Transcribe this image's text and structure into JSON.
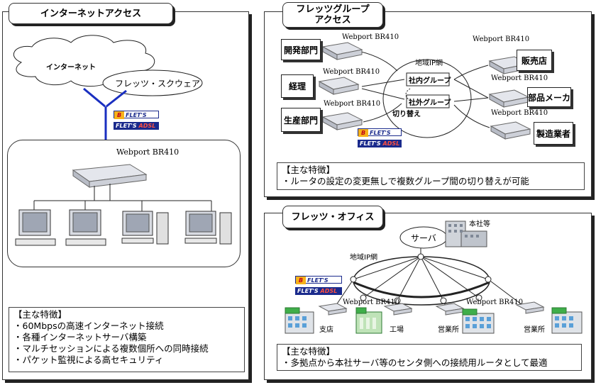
{
  "left": {
    "title": "インターネットアクセス",
    "cloud_label": "インターネット",
    "square_label": "フレッツ・スクウェア",
    "router_label": "Webport BR410",
    "features": {
      "head": "【主な特徴】",
      "items": [
        "60Mbpsの高速インターネット接続",
        "各種インターネットサーバ構築",
        "マルチセッションによる複数個所への同時接続",
        "パケット監視による高セキュリティ"
      ]
    }
  },
  "badges": {
    "bflets_b": "B",
    "bflets": "FLET'S",
    "adsl_flets": "FLET'S",
    "adsl": "ADSL"
  },
  "top_right": {
    "title_line1": "フレッツグループ",
    "title_line2": "アクセス",
    "ip_net": "地域IP網",
    "group_in": "社内グループ",
    "group_out": "社外グループ",
    "switch": "切り替え",
    "left_nodes": [
      {
        "name": "開発部門",
        "router": "Webport BR410"
      },
      {
        "name": "経理",
        "router": "Webport BR410"
      },
      {
        "name": "生産部門",
        "router": "Webport BR410"
      }
    ],
    "right_nodes": [
      {
        "name": "販売店",
        "router": "Webport BR410"
      },
      {
        "name": "部品メーカ",
        "router": "Webport BR410"
      },
      {
        "name": "製造業者",
        "router": "Webport BR410"
      }
    ],
    "features": {
      "head": "【主な特徴】",
      "items": [
        "ルータの設定の変更無しで複数グループ間の切り替えが可能"
      ]
    }
  },
  "bottom_right": {
    "title": "フレッツ・オフィス",
    "server": "サーバ",
    "hq": "本社等",
    "ip_net": "地域IP網",
    "router_left": "Webport BR410",
    "router_right": "Webport BR410",
    "sites": [
      "支店",
      "工場",
      "営業所",
      "営業所"
    ],
    "features": {
      "head": "【主な特徴】",
      "items": [
        "多拠点から本社サーバ等のセンタ側への接続用ルータとして最適"
      ]
    }
  }
}
